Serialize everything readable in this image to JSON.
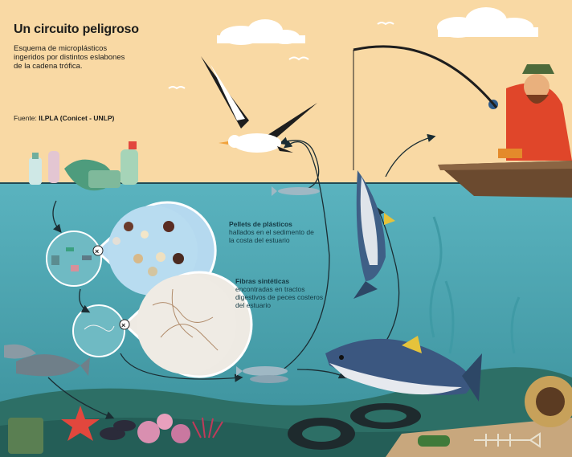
{
  "header": {
    "title": "Un circuito peligroso",
    "subtitle": "Esquema de microplásticos ingeridos por distintos eslabones de la cadena trófica.",
    "source_label": "Fuente:",
    "source_value": "ILPLA (Conicet - UNLP)"
  },
  "callouts": {
    "pellets": {
      "head": "Pellets de plásticos",
      "body": "hallados en el sedimento de la costa del estuario"
    },
    "fibras": {
      "head": "Fibras sintéticas",
      "body": "encontradas en tractos digestivos de peces costeros del estuario"
    }
  },
  "colors": {
    "sky": "#f9d9a4",
    "water": "#4ea8b5",
    "deep_water": "#2f8f9b",
    "seabed": "#2d6f66",
    "boat": "#6b4a2f",
    "fisher_jacket": "#e0462a"
  },
  "icons": [
    "seagull-icon",
    "fisherman-icon",
    "fish-icon",
    "tuna-icon",
    "starfish-icon",
    "tire-icon",
    "bottle-icon",
    "cloud-icon"
  ]
}
